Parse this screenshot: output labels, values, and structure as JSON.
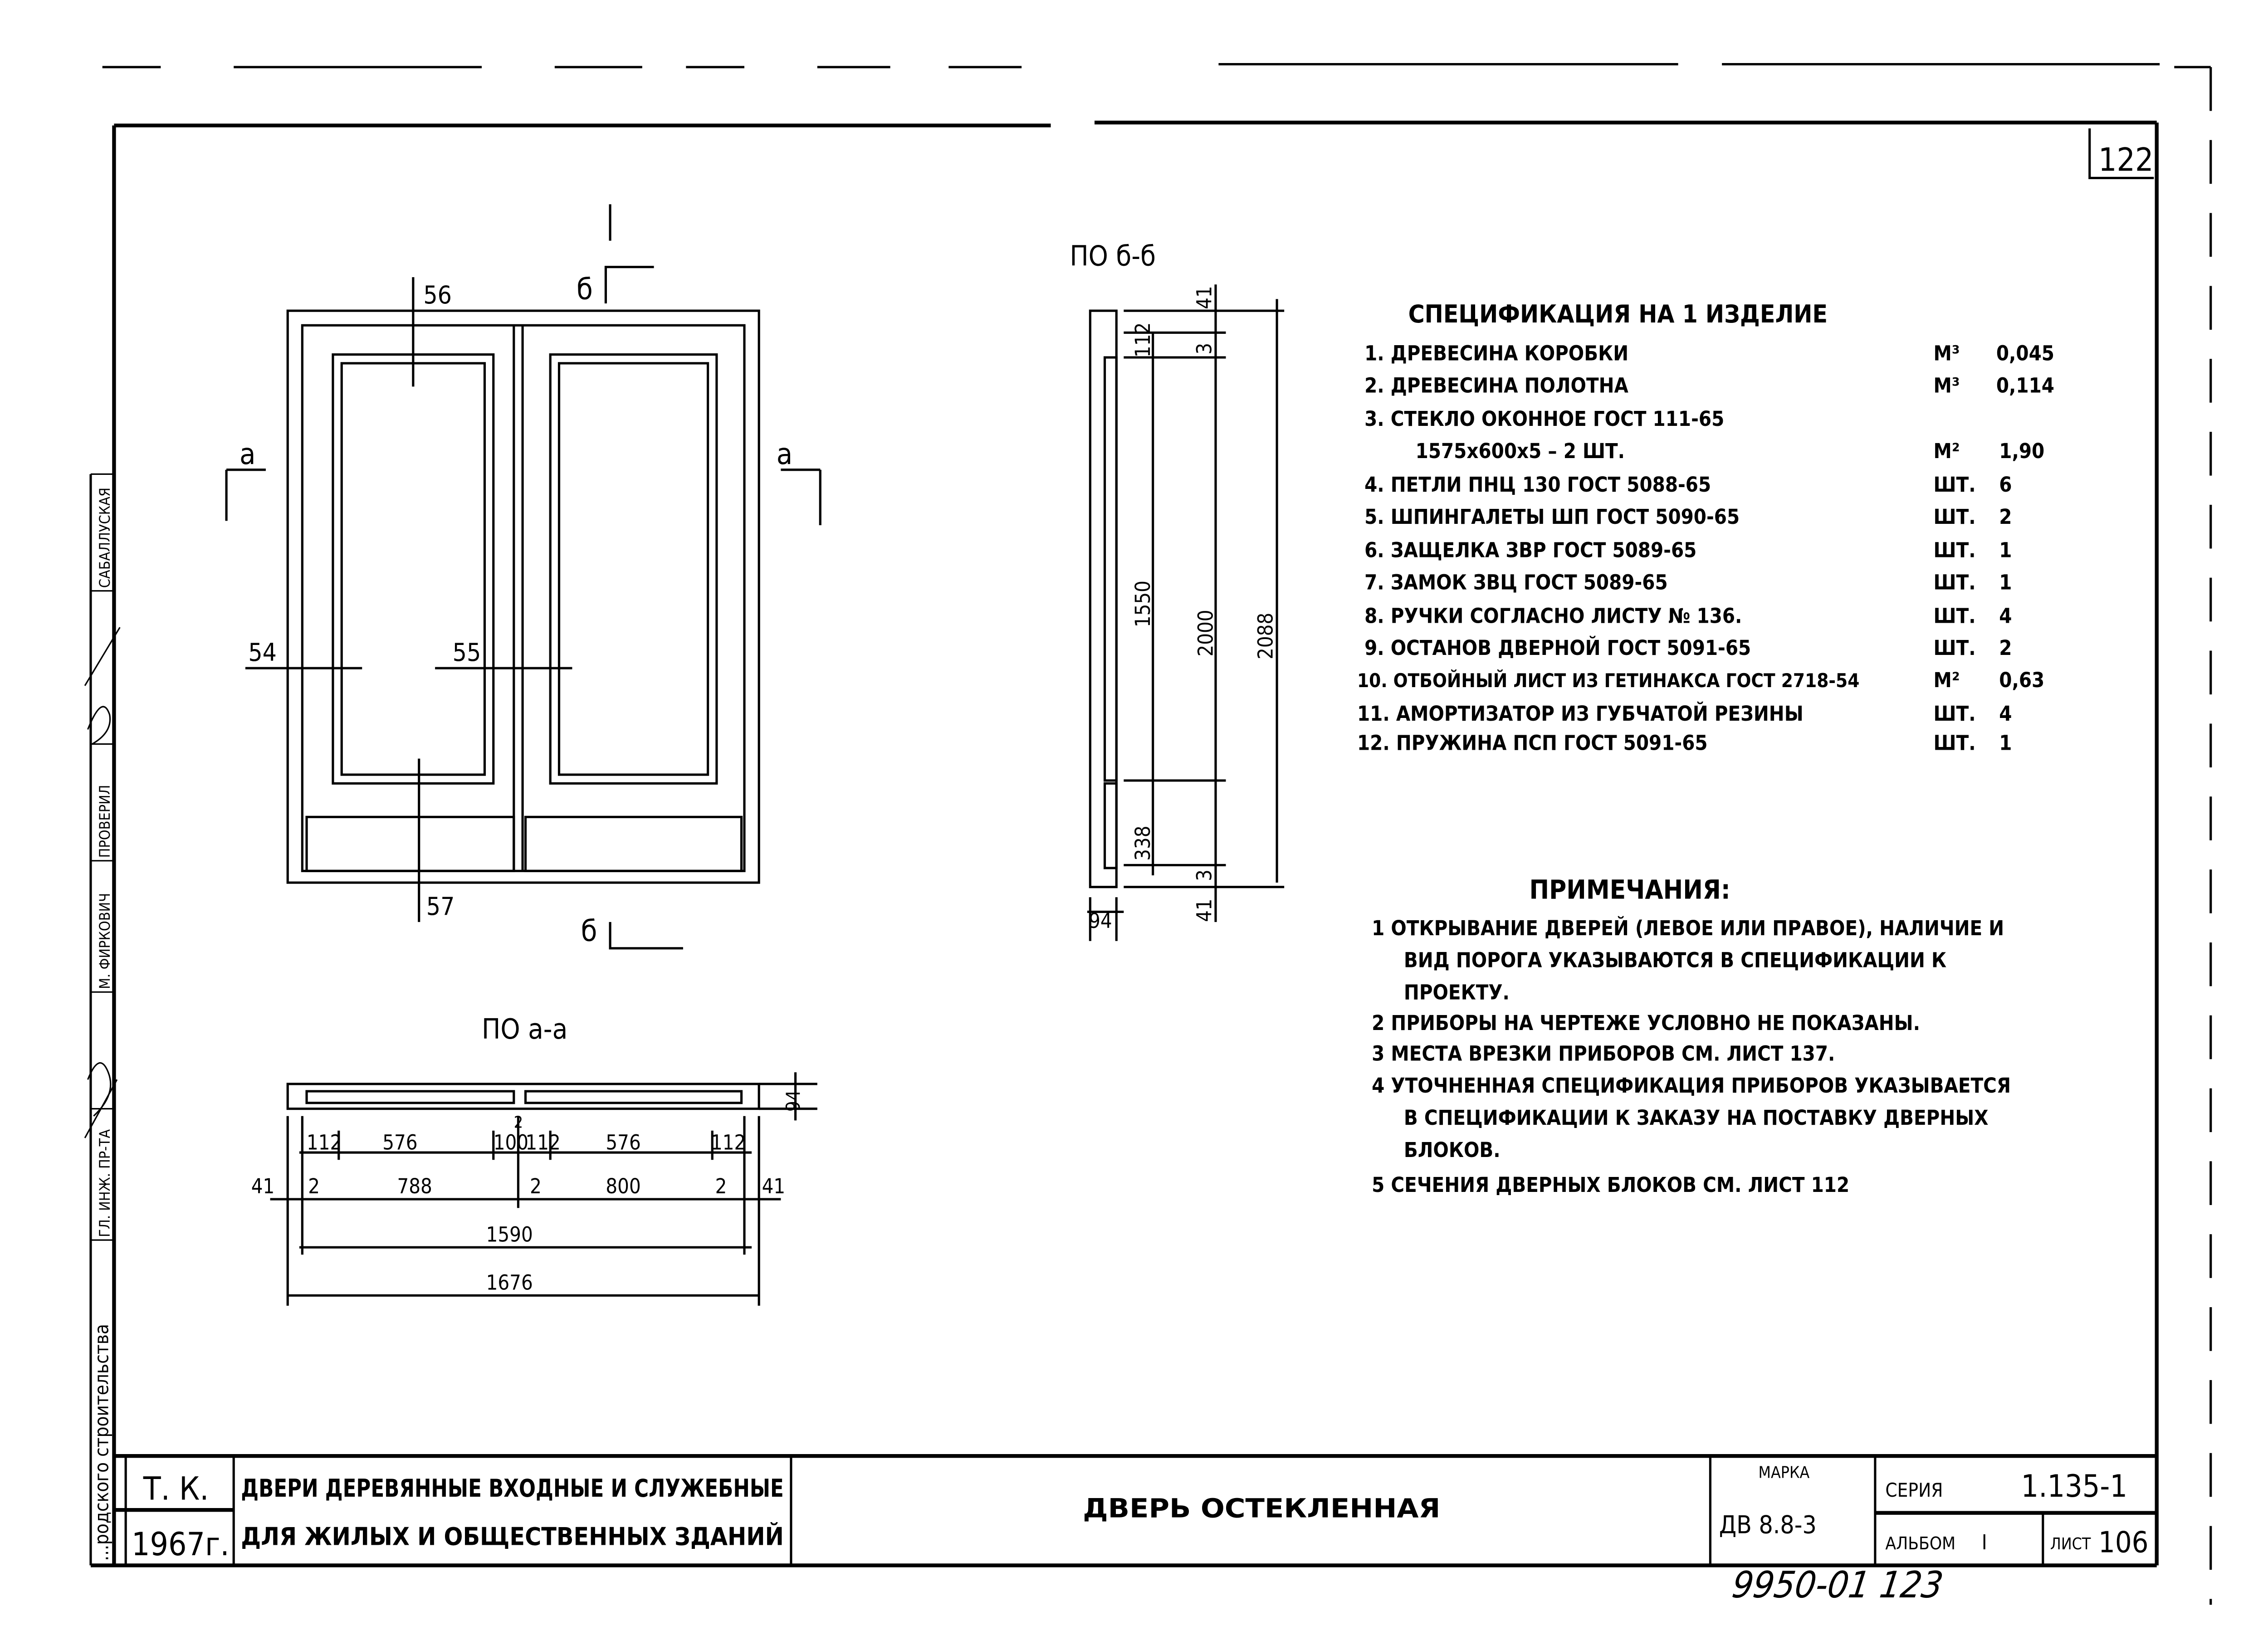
{
  "sheet_number": "122",
  "elevation": {
    "section_mark_b": "б",
    "section_mark_a": "а",
    "callouts": [
      "56",
      "54",
      "55",
      "57"
    ]
  },
  "section_bb": {
    "title": "ПО б-б",
    "dims": {
      "top": "41",
      "d112": "112",
      "d3_top": "3",
      "d1550": "1550",
      "d2000": "2000",
      "d2088": "2088",
      "d338": "338",
      "d3_bot": "3",
      "bottom": "41",
      "width": "94"
    }
  },
  "section_aa": {
    "title": "ПО а-а",
    "thickness": "94",
    "row1": [
      "112",
      "576",
      "100",
      "112",
      "576",
      "112"
    ],
    "mid_small": "2",
    "row2": [
      "41",
      "2",
      "788",
      "2",
      "800",
      "2",
      "41"
    ],
    "d1590": "1590",
    "d1676": "1676"
  },
  "specification": {
    "title": "СПЕЦИФИКАЦИЯ НА 1 ИЗДЕЛИЕ",
    "items": [
      {
        "name": "1. ДРЕВЕСИНА КОРОБКИ",
        "unit": "М³",
        "qty": "0,045"
      },
      {
        "name": "2. ДРЕВЕСИНА ПОЛОТНА",
        "unit": "М³",
        "qty": "0,114"
      },
      {
        "name": "3. СТЕКЛО ОКОННОЕ ГОСТ 111-65",
        "unit": "",
        "qty": ""
      },
      {
        "name": "1575х600х5 – 2 ШТ.",
        "unit": "М²",
        "qty": "1,90"
      },
      {
        "name": "4. ПЕТЛИ ПНЦ 130 ГОСТ 5088-65",
        "unit": "ШТ.",
        "qty": "6"
      },
      {
        "name": "5. ШПИНГАЛЕТЫ ШП ГОСТ 5090-65",
        "unit": "ШТ.",
        "qty": "2"
      },
      {
        "name": "6. ЗАЩЕЛКА ЗВР ГОСТ 5089-65",
        "unit": "ШТ.",
        "qty": "1"
      },
      {
        "name": "7. ЗАМОК ЗВЦ ГОСТ 5089-65",
        "unit": "ШТ.",
        "qty": "1"
      },
      {
        "name": "8. РУЧКИ СОГЛАСНО ЛИСТУ № 136.",
        "unit": "ШТ.",
        "qty": "4"
      },
      {
        "name": "9. ОСТАНОВ ДВЕРНОЙ ГОСТ 5091-65",
        "unit": "ШТ.",
        "qty": "2"
      },
      {
        "name": "10. ОТБОЙНЫЙ ЛИСТ ИЗ ГЕТИНАКСА ГОСТ 2718-54",
        "unit": "М²",
        "qty": "0,63"
      },
      {
        "name": "11. АМОРТИЗАТОР ИЗ ГУБЧАТОЙ РЕЗИНЫ",
        "unit": "ШТ.",
        "qty": "4"
      },
      {
        "name": "12. ПРУЖИНА ПСП ГОСТ 5091-65",
        "unit": "ШТ.",
        "qty": "1"
      }
    ]
  },
  "notes": {
    "title": "ПРИМЕЧАНИЯ:",
    "lines": [
      "1  ОТКРЫВАНИЕ ДВЕРЕЙ (ЛЕВОЕ ИЛИ ПРАВОЕ), НАЛИЧИЕ И",
      "ВИД ПОРОГА УКАЗЫВАЮТСЯ В СПЕЦИФИКАЦИИ К",
      "ПРОЕКТУ.",
      "2  ПРИБОРЫ НА ЧЕРТЕЖЕ УСЛОВНО НЕ ПОКАЗАНЫ.",
      "3  МЕСТА ВРЕЗКИ ПРИБОРОВ СМ. ЛИСТ 137.",
      "4  УТОЧНЕННАЯ СПЕЦИФИКАЦИЯ ПРИБОРОВ УКАЗЫВАЕТСЯ",
      "В СПЕЦИФИКАЦИИ К ЗАКАЗУ НА ПОСТАВКУ ДВЕРНЫХ",
      "БЛОКОВ.",
      "5  СЕЧЕНИЯ ДВЕРНЫХ БЛОКОВ СМ. ЛИСТ 112"
    ]
  },
  "side_stamp": {
    "org": "...родского строительства",
    "roles": [
      "ГЛ. ИНЖ. ПР-ТА",
      "М. ФИРКОВИЧ",
      "ПРОВЕРИЛ",
      "САБАЛЛУСКАЯ"
    ]
  },
  "title_block": {
    "tk": "Т. К.",
    "year": "1967г.",
    "series_title_1": "ДВЕРИ ДЕРЕВЯННЫЕ ВХОДНЫЕ И СЛУЖЕБНЫЕ",
    "series_title_2": "ДЛЯ ЖИЛЫХ И ОБЩЕСТВЕННЫХ ЗДАНИЙ",
    "drawing_title": "ДВЕРЬ ОСТЕКЛЕННАЯ",
    "mark_label": "МАРКА",
    "mark_value": "ДВ 8.8-3",
    "series_label": "СЕРИЯ",
    "series_value": "1.135-1",
    "album_label": "АЛЬБОМ",
    "album_value": "I",
    "sheet_label": "ЛИСТ",
    "sheet_value": "106"
  },
  "archive_number": "9950-01  123"
}
